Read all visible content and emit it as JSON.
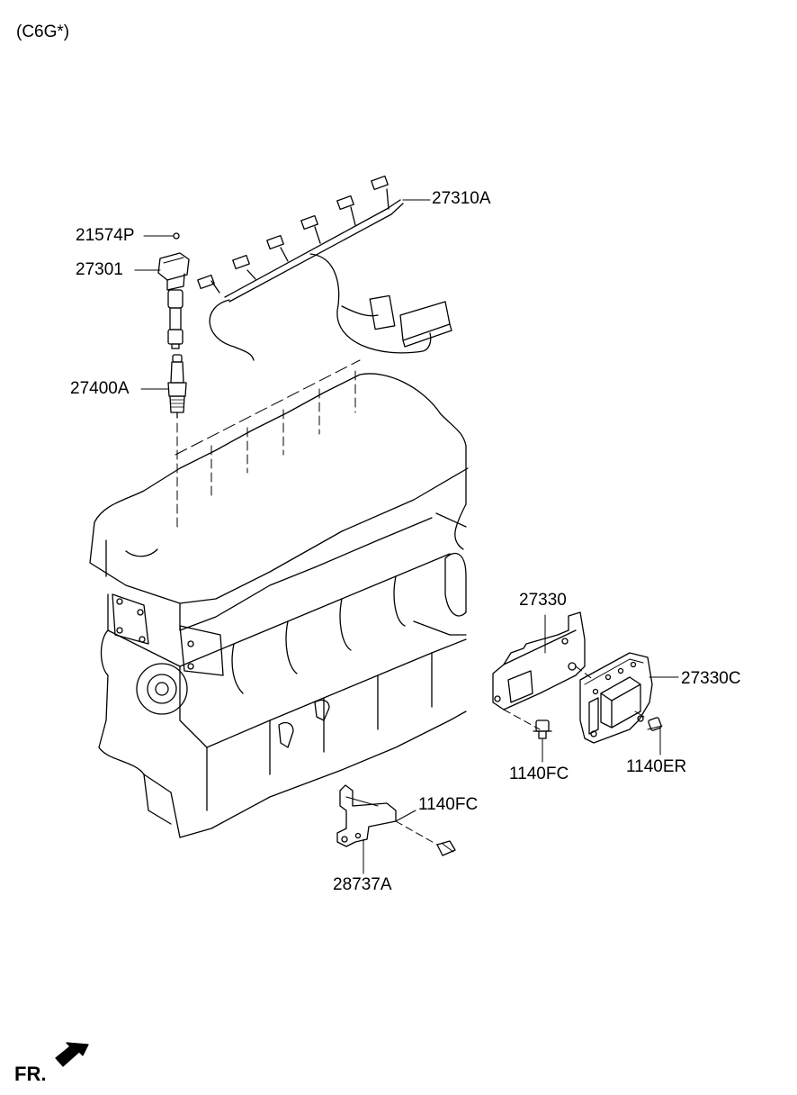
{
  "variant_code": "(C6G*)",
  "front_label": "FR.",
  "callouts": {
    "harness": "27310A",
    "plug_seal": "21574P",
    "ignition_coil": "27301",
    "spark_plug": "27400A",
    "bracket": "27330",
    "control_unit": "27330C",
    "bolt_bracket": "1140FC",
    "bolt_unit": "1140ER",
    "bolt_lower": "1140FC",
    "lower_bracket": "28737A"
  }
}
